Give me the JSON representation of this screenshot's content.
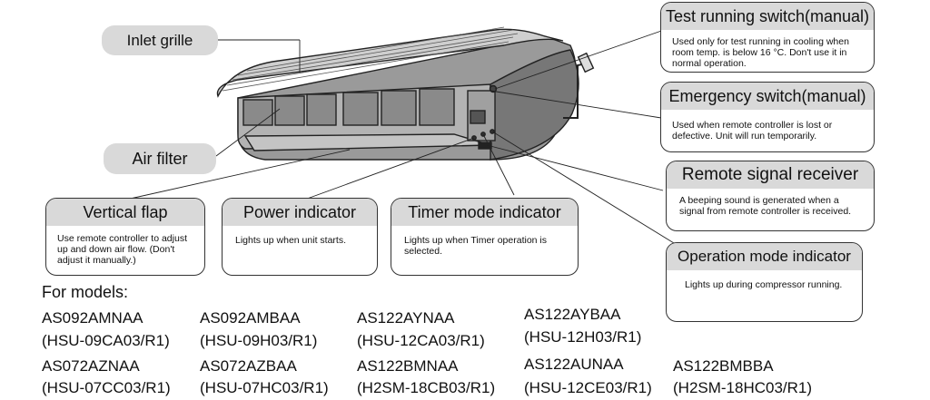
{
  "labels": {
    "inlet_grille": "Inlet grille",
    "air_filter": "Air filter"
  },
  "callouts": {
    "test_running": {
      "title": "Test running switch(manual)",
      "desc": "Used only for test running in cooling when room temp.  is below 16 °C. Don't use it in normal operation."
    },
    "emergency": {
      "title": "Emergency switch(manual)",
      "desc": "Used when remote controller is lost or defective. Unit will run temporarily."
    },
    "remote_receiver": {
      "title": "Remote signal receiver",
      "desc": "A beeping sound is generated when a signal from remote controller is received."
    },
    "vertical_flap": {
      "title": "Vertical flap",
      "desc": "Use remote controller to adjust up and down air flow.  (Don't adjust it manually.)"
    },
    "power_indicator": {
      "title": "Power indicator",
      "desc": "Lights up when unit starts."
    },
    "timer_indicator": {
      "title": "Timer mode indicator",
      "desc": "Lights up when Timer operation is selected."
    },
    "operation_indicator": {
      "title": "Operation mode indicator",
      "desc": "Lights up during compressor running."
    }
  },
  "models": {
    "title": "For models:",
    "rows": [
      [
        "AS092AMNAA",
        "AS092AMBAA",
        "AS122AYNAA",
        "AS122AYBAA",
        ""
      ],
      [
        "(HSU-09CA03/R1)",
        "(HSU-09H03/R1)",
        "(HSU-12CA03/R1)",
        "(HSU-12H03/R1)",
        ""
      ],
      [
        "AS072AZNAA",
        "AS072AZBAA",
        "AS122BMNAA",
        "AS122AUNAA",
        "AS122BMBBA"
      ],
      [
        "(HSU-07CC03/R1)",
        "(HSU-07HC03/R1)",
        "(H2SM-18CB03/R1)",
        "(HSU-12CE03/R1)",
        "(H2SM-18HC03/R1)"
      ]
    ]
  }
}
